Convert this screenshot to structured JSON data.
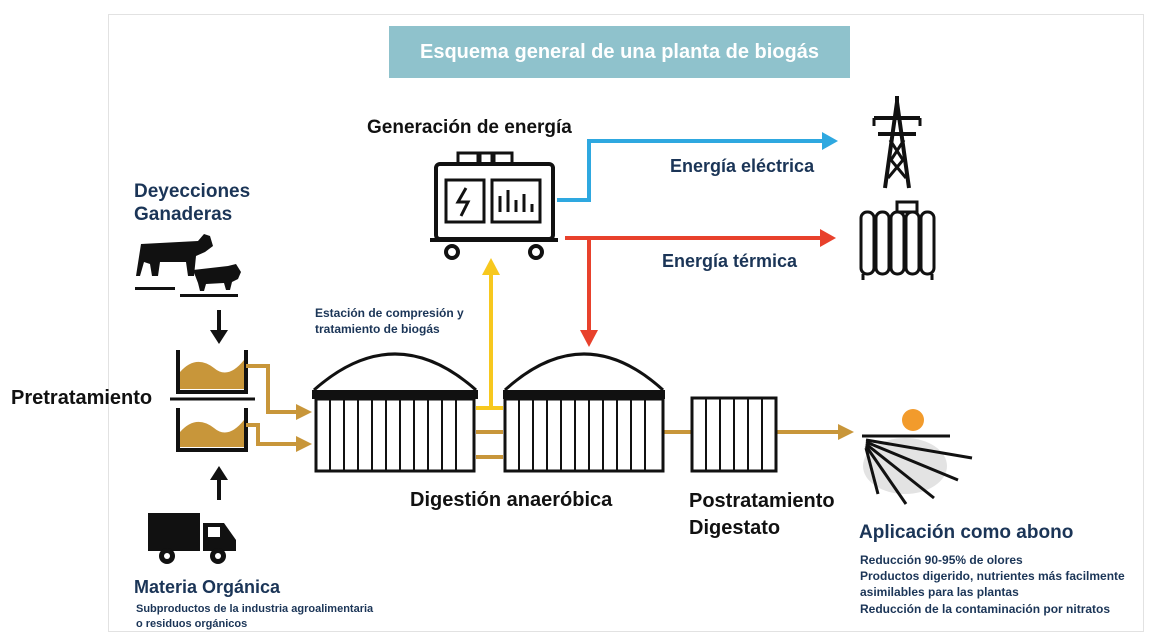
{
  "title": "Esquema general de una planta de biogás",
  "sections": {
    "generacion": "Generación de energía",
    "electrica": "Energía eléctrica",
    "termica": "Energía térmica",
    "deyecciones_1": "Deyecciones",
    "deyecciones_2": "Ganaderas",
    "pretratamiento": "Pretratamiento",
    "estacion_1": "Estación de compresión y",
    "estacion_2": "tratamiento de biogás",
    "digestion": "Digestión anaeróbica",
    "postratamiento_1": "Postratamiento",
    "postratamiento_2": "Digestato",
    "materia": "Materia Orgánica",
    "materia_sub_1": "Subproductos de la industria agroalimentaria",
    "materia_sub_2": "o residuos orgánicos",
    "aplicacion": "Aplicación como abono",
    "benefit_1": "Reducción 90-95% de olores",
    "benefit_2": "Productos digerido, nutrientes más facilmente",
    "benefit_3": "asimilables para las plantas",
    "benefit_4": "Reducción de la contaminación por nitratos"
  },
  "colors": {
    "title_bg": "#8fc2cc",
    "navy": "#1b3557",
    "electric": "#2ea8e0",
    "thermal": "#e8412c",
    "biogas": "#f7c81e",
    "substrate": "#c8963a"
  }
}
